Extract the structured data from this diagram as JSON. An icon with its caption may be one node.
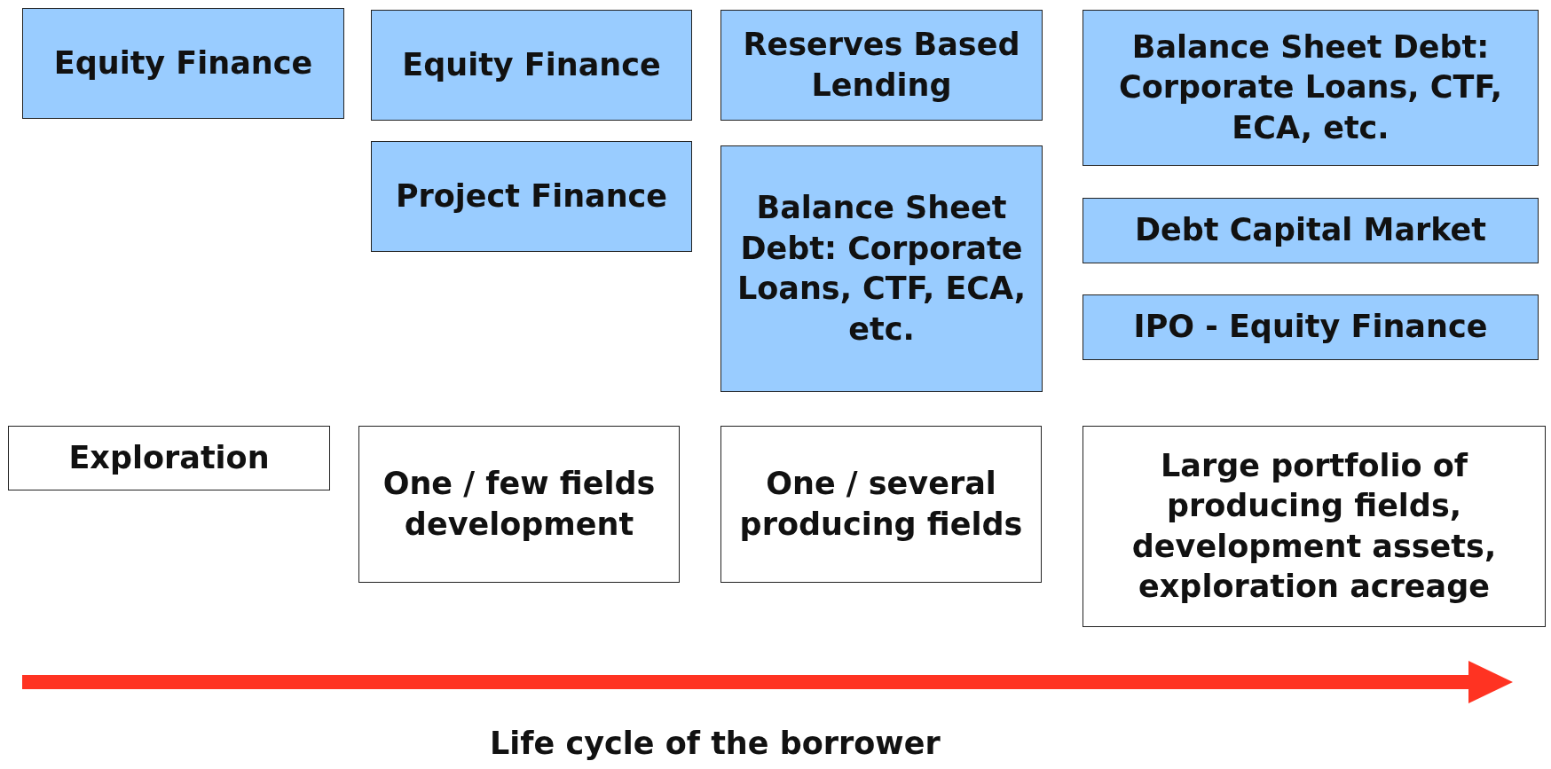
{
  "diagram": {
    "nodes": [
      {
        "text": [
          "Equity Finance"
        ]
      },
      {
        "text": [
          "Equity Finance"
        ]
      },
      {
        "text": [
          "Project Finance"
        ]
      },
      {
        "text": [
          "Reserves Based Lending"
        ]
      },
      {
        "text": [
          "Balance Sheet Debt: Corporate Loans, CTF, ECA, etc."
        ]
      },
      {
        "text": [
          "Balance Sheet Debt: Corporate Loans, CTF, ECA, etc."
        ]
      },
      {
        "text": [
          "Debt Capital Market"
        ]
      },
      {
        "text": [
          "IPO - Equity Finance"
        ]
      },
      {
        "text": [
          "Exploration"
        ]
      },
      {
        "text": [
          "One / few fields development"
        ]
      },
      {
        "text": [
          "One / several producing fields"
        ]
      },
      {
        "text": [
          "Large portfolio of producing fields, development assets, exploration acreage"
        ]
      }
    ],
    "edges": [],
    "labels": [
      "Life cycle of the borrower"
    ]
  }
}
